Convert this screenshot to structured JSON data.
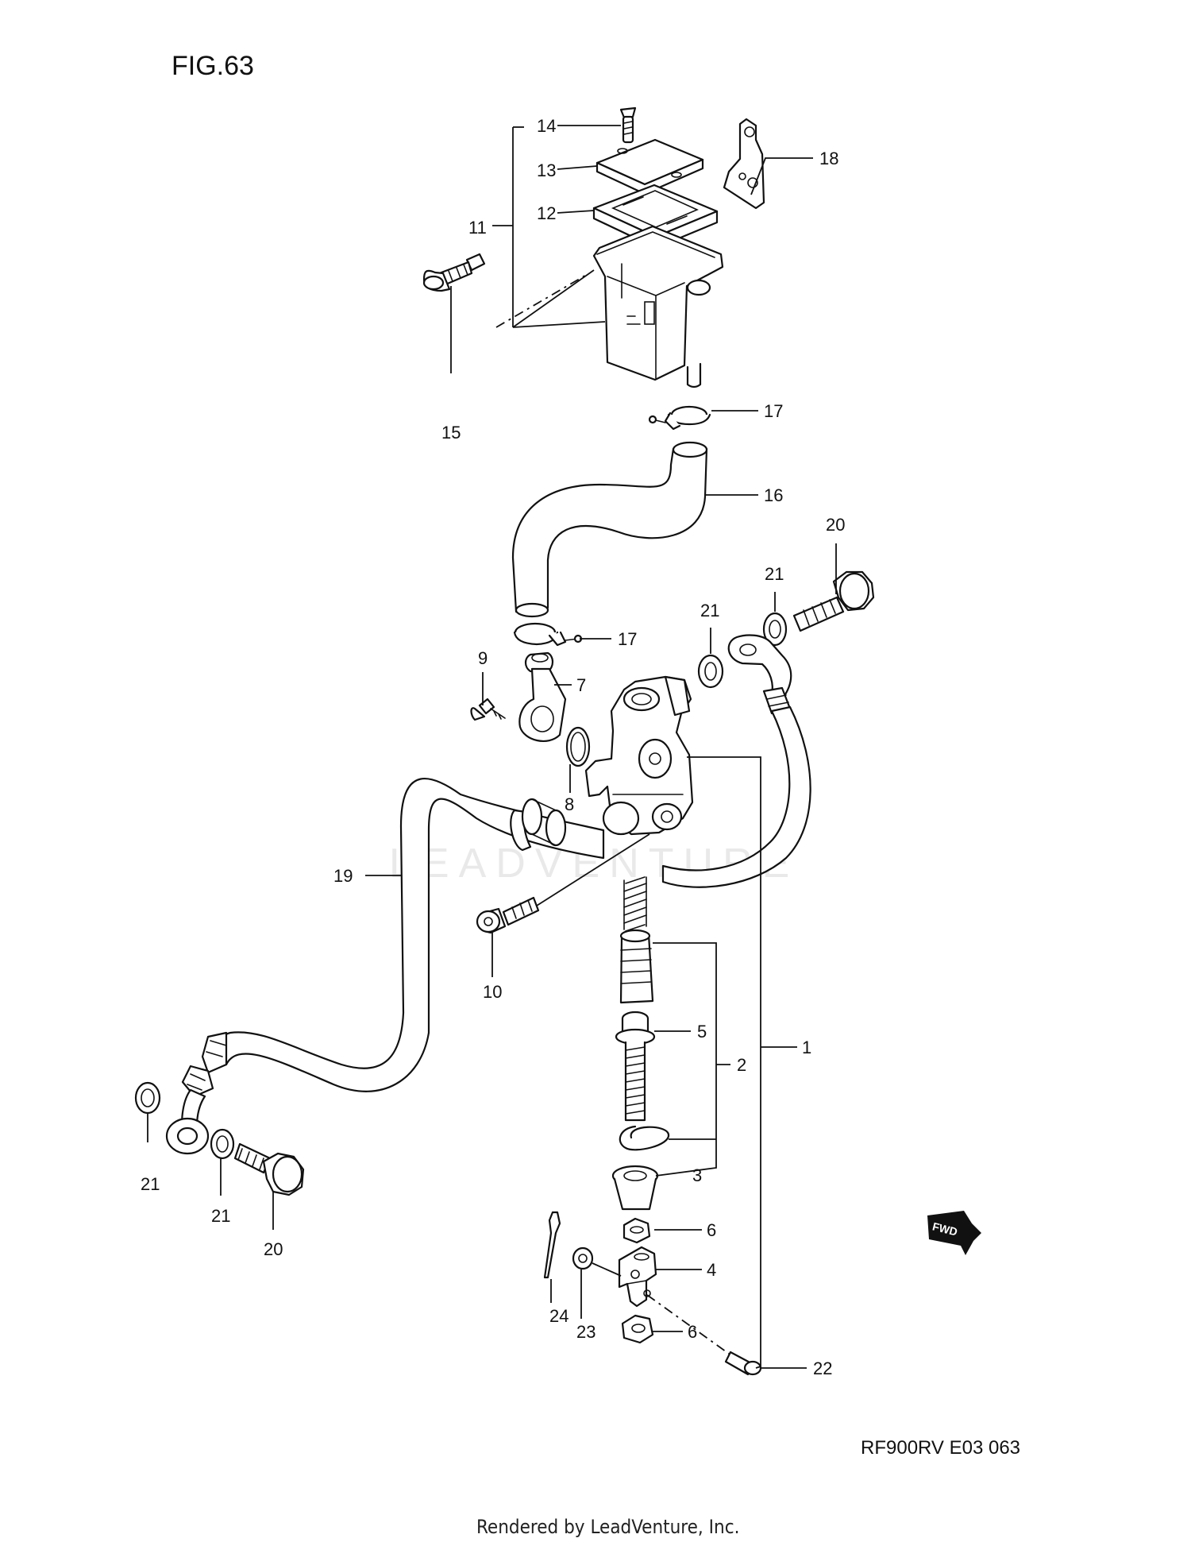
{
  "figure": {
    "title": "FIG.63",
    "model_code": "RF900RV E03  063",
    "footer": "Rendered by LeadVenture, Inc.",
    "watermark": "LEADVENTURE",
    "fwd_badge": "FWD"
  },
  "callouts": {
    "c1": "1",
    "c2": "2",
    "c3": "3",
    "c4": "4",
    "c5": "5",
    "c6a": "6",
    "c6b": "6",
    "c7": "7",
    "c8": "8",
    "c9": "9",
    "c10": "10",
    "c11": "11",
    "c12": "12",
    "c13": "13",
    "c14": "14",
    "c15": "15",
    "c16": "16",
    "c17a": "17",
    "c17b": "17",
    "c18": "18",
    "c19": "19",
    "c20a": "20",
    "c20b": "20",
    "c21a": "21",
    "c21b": "21",
    "c21c": "21",
    "c21d": "21",
    "c22": "22",
    "c23": "23",
    "c24": "24"
  }
}
